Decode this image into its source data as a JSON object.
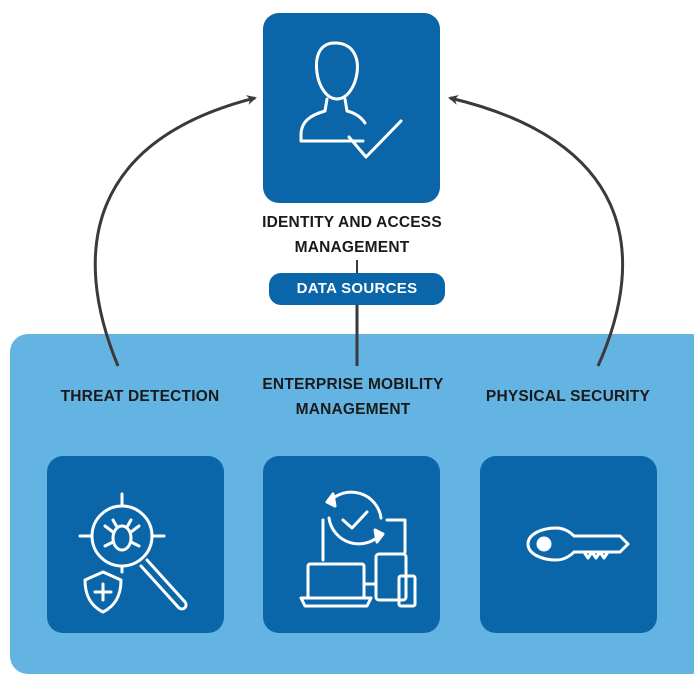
{
  "top": {
    "label": "IDENTITY AND ACCESS MANAGEMENT",
    "icon": "user-check-icon"
  },
  "data_sources": {
    "label": "DATA SOURCES"
  },
  "bottom": [
    {
      "label": "THREAT DETECTION",
      "icon": "threat-search-icon"
    },
    {
      "label": "ENTERPRISE MOBILITY MANAGEMENT",
      "icon": "device-sync-icon"
    },
    {
      "label": "PHYSICAL SECURITY",
      "icon": "key-icon"
    }
  ],
  "colors": {
    "tile": "#0a66a8",
    "panel": "#63b3e3",
    "connector": "#3a3a3a",
    "icon_stroke": "#ffffff"
  }
}
